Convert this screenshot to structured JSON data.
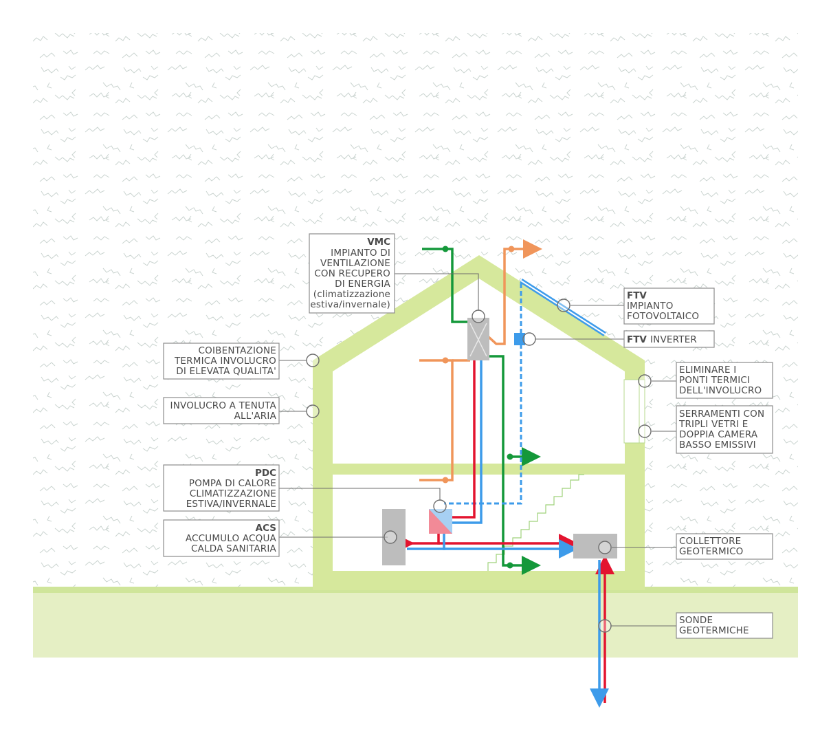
{
  "colors": {
    "house_green": "#d6e89c",
    "ground": "#e5efc4",
    "ground_line": "#cfe59a",
    "supply_red": "#e3142f",
    "return_blue": "#3d9bea",
    "air_green": "#14983a",
    "air_orange": "#f0955a",
    "device_grey": "#bdbdbd",
    "texture": "#c9d3cf"
  },
  "labels": {
    "vmc": {
      "title": "VMC",
      "lines": [
        "IMPIANTO DI",
        "VENTILAZIONE",
        "CON RECUPERO",
        "DI ENERGIA",
        "(climatizzazione",
        "estiva/invernale)"
      ]
    },
    "ftv_impianto": {
      "title": "FTV",
      "lines": [
        "IMPIANTO",
        "FOTOVOLTAICO"
      ]
    },
    "ftv_inverter": {
      "title": "FTV",
      "text": "INVERTER"
    },
    "coibentazione": {
      "lines": [
        "COIBENTAZIONE",
        "TERMICA INVOLUCRO",
        "DI ELEVATA QUALITA'"
      ]
    },
    "involucro": {
      "lines": [
        "INVOLUCRO A TENUTA",
        "ALL'ARIA"
      ]
    },
    "ponti_termici": {
      "lines": [
        "ELIMINARE I",
        "PONTI TERMICI",
        "DELL'INVOLUCRO"
      ]
    },
    "serramenti": {
      "lines": [
        "SERRAMENTI CON",
        "TRIPLI VETRI E",
        "DOPPIA CAMERA",
        "BASSO EMISSIVI"
      ]
    },
    "pdc": {
      "title": "PDC",
      "lines": [
        "POMPA DI CALORE",
        "CLIMATIZZAZIONE",
        "ESTIVA/INVERNALE"
      ]
    },
    "acs": {
      "title": "ACS",
      "lines": [
        "ACCUMULO ACQUA",
        "CALDA SANITARIA"
      ]
    },
    "collettore": {
      "lines": [
        "COLLETTORE",
        "GEOTERMICO"
      ]
    },
    "sonde": {
      "lines": [
        "SONDE",
        "GEOTERMICHE"
      ]
    }
  }
}
